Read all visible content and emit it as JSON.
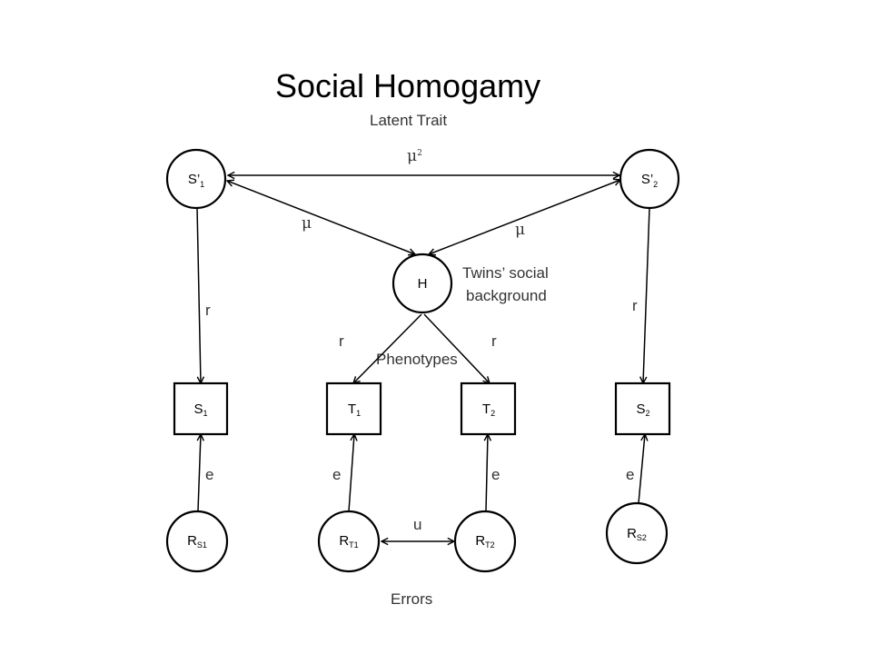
{
  "title": "Social Homogamy",
  "sections": {
    "latent": "Latent Trait",
    "phenotypes": "Phenotypes",
    "errors": "Errors",
    "background": [
      "Twins’ social",
      "background"
    ]
  },
  "nodes": {
    "S1p": {
      "main": "S’",
      "sub": "1"
    },
    "S2p": {
      "main": "S’",
      "sub": "2"
    },
    "H": {
      "main": "H",
      "sub": ""
    },
    "S1": {
      "main": "S",
      "sub": "1"
    },
    "T1": {
      "main": "T",
      "sub": "1"
    },
    "T2": {
      "main": "T",
      "sub": "2"
    },
    "S2": {
      "main": "S",
      "sub": "2"
    },
    "RS1": {
      "main": "R",
      "sub": "S1"
    },
    "RT1": {
      "main": "R",
      "sub": "T1"
    },
    "RT2": {
      "main": "R",
      "sub": "T2"
    },
    "RS2": {
      "main": "R",
      "sub": "S2"
    }
  },
  "edge_labels": {
    "mu2_base": "μ",
    "mu2_exp": "2",
    "mu": "μ",
    "r": "r",
    "e": "e",
    "u": "u"
  }
}
